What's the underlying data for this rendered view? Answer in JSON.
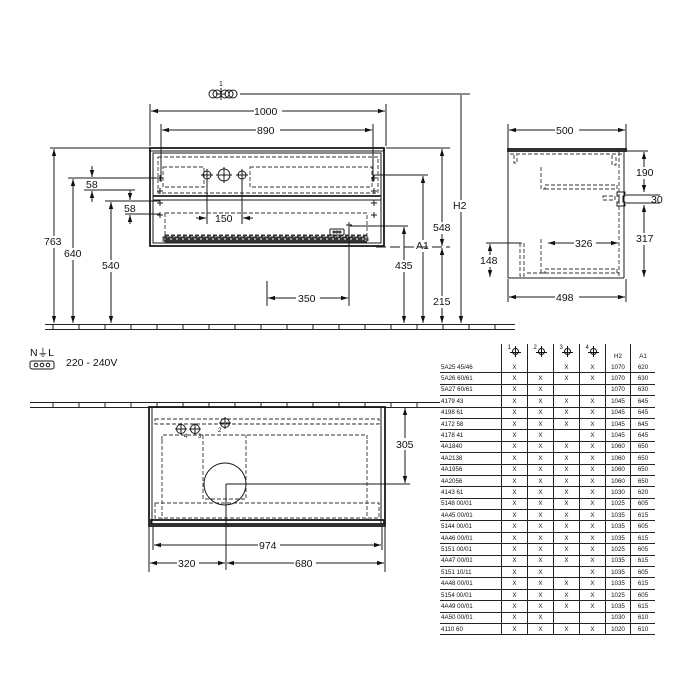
{
  "drawing": {
    "front_view": {
      "width_total": "1000",
      "width_inner": "890",
      "tap_spacing": "150",
      "socket_offset": "350",
      "tap_label": "1",
      "heights_left": [
        "763",
        "640",
        "540"
      ],
      "small_offsets": [
        "58",
        "58"
      ],
      "heights_right": {
        "socket": "435",
        "body": "548",
        "floor_gap": "215",
        "a1": "A1",
        "h2": "H2"
      }
    },
    "side_view": {
      "top_width": "500",
      "bottom_width": "498",
      "upper_height": "190",
      "gap": "30",
      "lower_height": "317",
      "inner_depth": "326",
      "foot_height": "148"
    },
    "electrical": {
      "symbol": "N⏚L",
      "voltage": "220 - 240V"
    },
    "top_view": {
      "depth": "305",
      "inner_width": "974",
      "left_offset": "320",
      "right_offset": "680",
      "hole_labels": [
        "4",
        "3",
        "2"
      ]
    }
  },
  "table": {
    "headers": [
      "",
      "1",
      "2",
      "3",
      "4",
      "H2",
      "A1"
    ],
    "rows": [
      [
        "5A25 45/46",
        "X",
        "",
        "X",
        "X",
        "1070",
        "620"
      ],
      [
        "5A26 60/61",
        "X",
        "X",
        "X",
        "X",
        "1070",
        "630"
      ],
      [
        "5A27 60/61",
        "X",
        "X",
        "",
        "",
        "1070",
        "630"
      ],
      [
        "4179 43",
        "X",
        "X",
        "X",
        "X",
        "1045",
        "645"
      ],
      [
        "4198 61",
        "X",
        "X",
        "X",
        "X",
        "1045",
        "645"
      ],
      [
        "4172 58",
        "X",
        "X",
        "X",
        "X",
        "1045",
        "645"
      ],
      [
        "4178 41",
        "X",
        "X",
        "",
        "X",
        "1045",
        "645"
      ],
      [
        "4A1840",
        "X",
        "X",
        "X",
        "X",
        "1060",
        "650"
      ],
      [
        "4A2138",
        "X",
        "X",
        "X",
        "X",
        "1060",
        "650"
      ],
      [
        "4A1956",
        "X",
        "X",
        "X",
        "X",
        "1060",
        "650"
      ],
      [
        "4A2056",
        "X",
        "X",
        "X",
        "X",
        "1060",
        "650"
      ],
      [
        "4143 61",
        "X",
        "X",
        "X",
        "X",
        "1030",
        "620"
      ],
      [
        "5148 00/01",
        "X",
        "X",
        "X",
        "X",
        "1025",
        "605"
      ],
      [
        "4A45 00/01",
        "X",
        "X",
        "X",
        "X",
        "1035",
        "615"
      ],
      [
        "5144 00/01",
        "X",
        "X",
        "X",
        "X",
        "1035",
        "605"
      ],
      [
        "4A46 00/01",
        "X",
        "X",
        "X",
        "X",
        "1035",
        "615"
      ],
      [
        "5151 00/01",
        "X",
        "X",
        "X",
        "X",
        "1025",
        "605"
      ],
      [
        "4A47 00/01",
        "X",
        "X",
        "X",
        "X",
        "1035",
        "615"
      ],
      [
        "5151 10/11",
        "X",
        "X",
        "",
        "X",
        "1035",
        "605"
      ],
      [
        "4A48 00/01",
        "X",
        "X",
        "X",
        "X",
        "1035",
        "615"
      ],
      [
        "5154 00/01",
        "X",
        "X",
        "X",
        "X",
        "1025",
        "605"
      ],
      [
        "4A49 00/01",
        "X",
        "X",
        "X",
        "X",
        "1035",
        "615"
      ],
      [
        "4A50 00/01",
        "X",
        "X",
        "",
        "",
        "1030",
        "610"
      ],
      [
        "4110 60",
        "X",
        "X",
        "X",
        "X",
        "1020",
        "610"
      ]
    ]
  }
}
